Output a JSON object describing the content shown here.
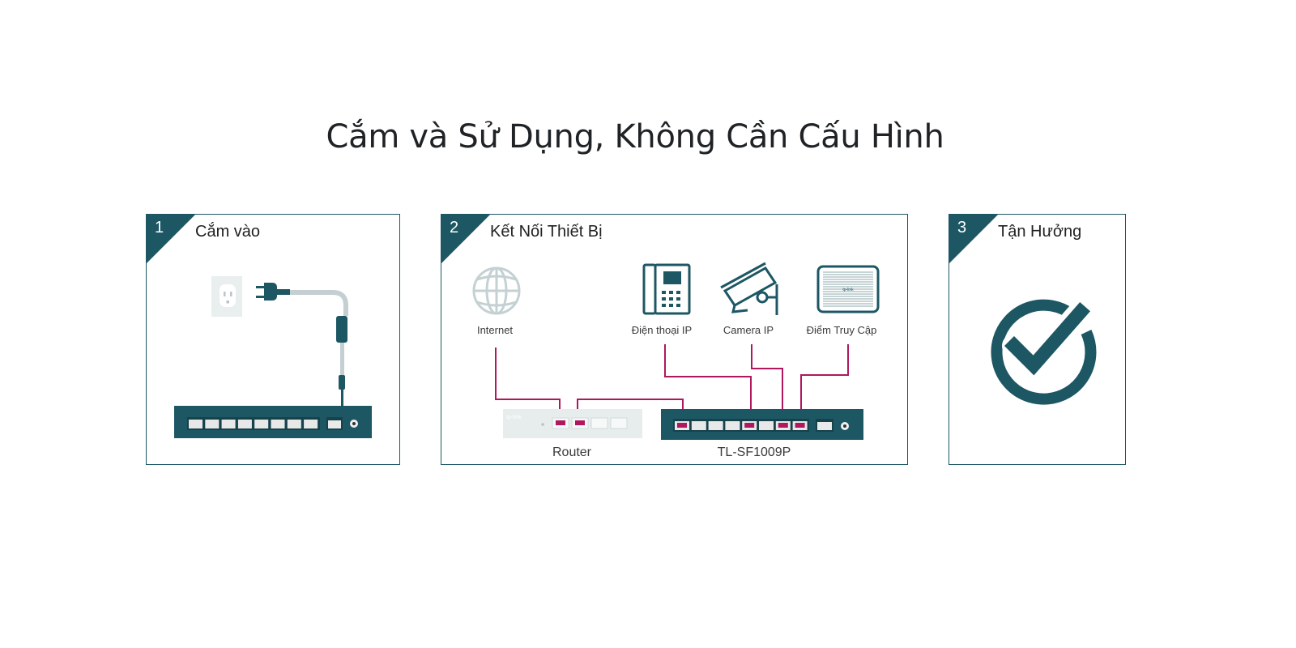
{
  "headline": "Cắm và Sử Dụng, Không Cần Cấu Hình",
  "colors": {
    "teal": "#1d5764",
    "magenta": "#b0175e",
    "outline": "#1d5764"
  },
  "steps": [
    {
      "number": "1",
      "title": "Cắm vào"
    },
    {
      "number": "2",
      "title": "Kết Nối Thiết Bị"
    },
    {
      "number": "3",
      "title": "Tận Hưởng"
    }
  ],
  "step2": {
    "internet": "Internet",
    "ip_phone": "Điện thoại IP",
    "ip_camera": "Camera IP",
    "access_point": "Điểm Truy Cập",
    "router": "Router",
    "switch_model": "TL-SF1009P",
    "router_brand": "tp-link"
  },
  "icons": {
    "outlet": "power-outlet-icon",
    "plug": "power-plug-icon",
    "globe": "globe-icon",
    "phone": "ip-phone-icon",
    "camera": "ip-camera-icon",
    "access_point": "access-point-icon",
    "check": "checkmark-circle-icon"
  }
}
